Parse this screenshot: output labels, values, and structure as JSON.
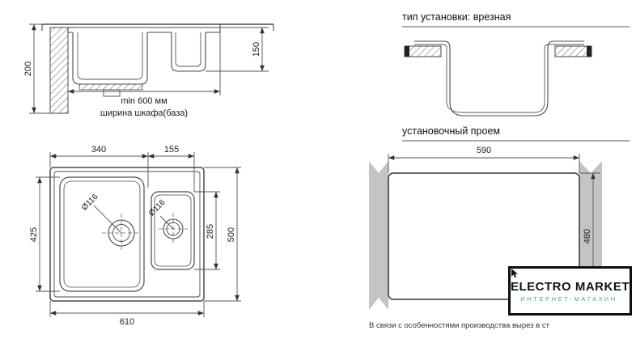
{
  "palette": {
    "line": "#4a4a4a",
    "dim_line": "#555555",
    "text": "#1a1a1a",
    "countertop_gray": "#c4c4c4",
    "logo_accent": "#3aa9ad",
    "logo_border": "#0d0d0d"
  },
  "section_view": {
    "dim_depth": "200",
    "dim_small_depth": "150",
    "min_width": "min 600 мм",
    "cabinet_label": "ширина шкафа(база)"
  },
  "install_type": {
    "heading": "тип установки: врезная"
  },
  "opening": {
    "heading": "установочный проем",
    "width": "590",
    "height": "480"
  },
  "plan": {
    "main_width": "340",
    "small_width": "155",
    "main_height": "425",
    "small_height": "285",
    "total_height": "500",
    "total_width": "610",
    "main_drain": "Ø116",
    "small_drain": "Ø116"
  },
  "logo": {
    "title": "ELECTRO MARKET",
    "subtitle": "ИНТЕРНЕТ-МАГАЗИН"
  },
  "footer": {
    "note": "В связи с особенностями производства вырез в ст"
  }
}
